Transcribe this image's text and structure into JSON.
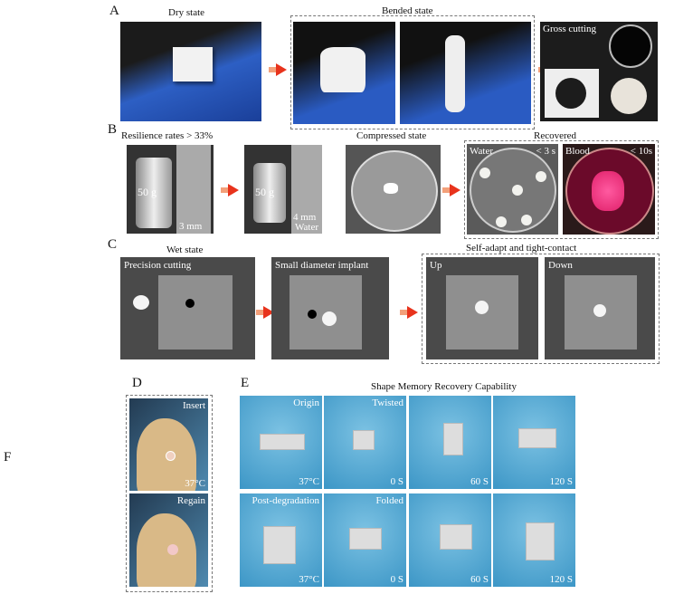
{
  "panels": {
    "A": {
      "label": "A",
      "dry": "Dry state",
      "bended": "Bended state",
      "gross": "Gross cutting"
    },
    "B": {
      "label": "B",
      "resilience": "Resilience rates > 33%",
      "w1": "50 g",
      "w2": "50 g",
      "mm1": "3 mm",
      "mm2": "4 mm",
      "water_arrow": "Water",
      "compressed": "Compressed state",
      "recovered": "Recovered",
      "water": "Water",
      "water_t": "< 3 s",
      "blood": "Blood",
      "blood_t": "< 10s"
    },
    "C": {
      "label": "C",
      "wet": "Wet state",
      "precision": "Precision cutting",
      "implant": "Small diameter implant",
      "selfadapt": "Self-adapt and tight-contact",
      "up": "Up",
      "down": "Down"
    },
    "D": {
      "label": "D",
      "insert": "Insert",
      "temp": "37°C",
      "regain": "Regain"
    },
    "E": {
      "label": "E",
      "title": "Shape Memory Recovery Capability",
      "cells": [
        {
          "tl": "Origin",
          "br": "37°C"
        },
        {
          "tl": "Twisted",
          "br": "0 S"
        },
        {
          "tl": "",
          "br": "60 S"
        },
        {
          "tl": "",
          "br": "120 S"
        },
        {
          "tl": "Post-degradation",
          "br": "37°C"
        },
        {
          "tl": "Folded",
          "br": "0 S"
        },
        {
          "tl": "",
          "br": "60 S"
        },
        {
          "tl": "",
          "br": "120 S"
        }
      ]
    },
    "F": {
      "label": "F"
    }
  },
  "colors": {
    "arrow": "#e8331c",
    "glove": "#2d5fc4",
    "blood": "#6b0a2a",
    "sky": "#3c96c6"
  }
}
